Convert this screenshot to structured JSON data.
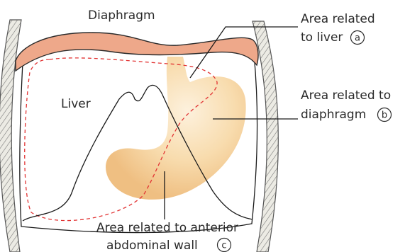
{
  "labels": {
    "diaphragm": "Diaphragm",
    "liver": "Liver",
    "area_liver_line1": "Area related",
    "area_liver_line2": "to liver",
    "area_liver_marker": "a",
    "area_diaphragm_line1": "Area related to",
    "area_diaphragm_line2": "diaphragm",
    "area_diaphragm_marker": "b",
    "area_wall_line1": "Area related to anterior",
    "area_wall_line2": "abdominal wall",
    "area_wall_marker": "c"
  },
  "colors": {
    "diaphragm_fill": "#eea88a",
    "stomach_fill": "#f6cf98",
    "stomach_highlight": "#fdf1dd",
    "liver_outline_dashed": "#e23434",
    "rib_fill": "#e9e6dd",
    "rib_stroke": "#6b6b6b"
  }
}
